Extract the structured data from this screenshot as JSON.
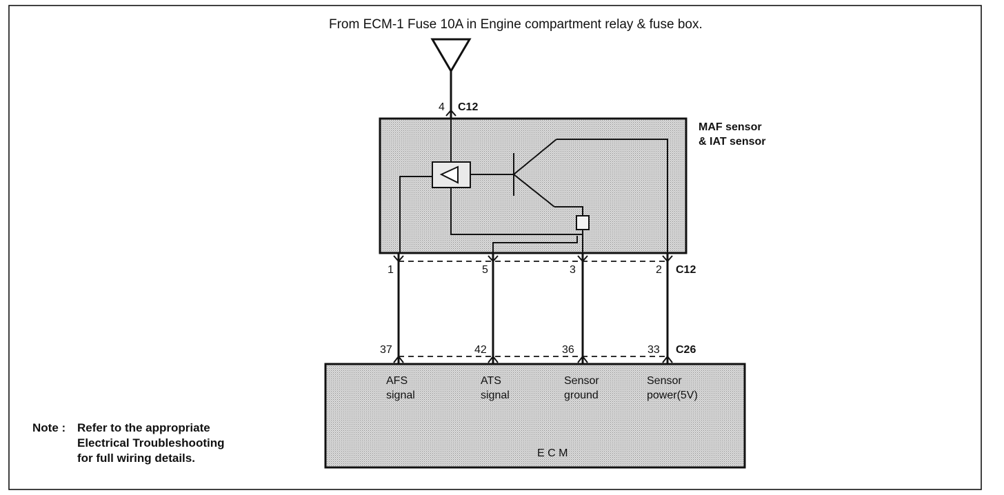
{
  "source_label": "From ECM-1 Fuse 10A in Engine compartment relay & fuse box.",
  "supply_pin": "4",
  "supply_connector": "C12",
  "sensor": {
    "name_line1": "MAF sensor",
    "name_line2": "& IAT sensor"
  },
  "sensor_connector": "C12",
  "ecm_connector": "C26",
  "wires": [
    {
      "sensor_pin": "1",
      "ecm_pin": "37",
      "signal_line1": "AFS",
      "signal_line2": "signal"
    },
    {
      "sensor_pin": "5",
      "ecm_pin": "42",
      "signal_line1": "ATS",
      "signal_line2": "signal"
    },
    {
      "sensor_pin": "3",
      "ecm_pin": "36",
      "signal_line1": "Sensor",
      "signal_line2": "ground"
    },
    {
      "sensor_pin": "2",
      "ecm_pin": "33",
      "signal_line1": "Sensor",
      "signal_line2": "power(5V)"
    }
  ],
  "ecm_label": "E C M",
  "note": {
    "prefix": "Note :",
    "line1": "Refer to the appropriate",
    "line2": "Electrical Troubleshooting",
    "line3": "for full wiring details."
  },
  "colors": {
    "line": "#111111",
    "box_fill": "#c9c9c9"
  }
}
